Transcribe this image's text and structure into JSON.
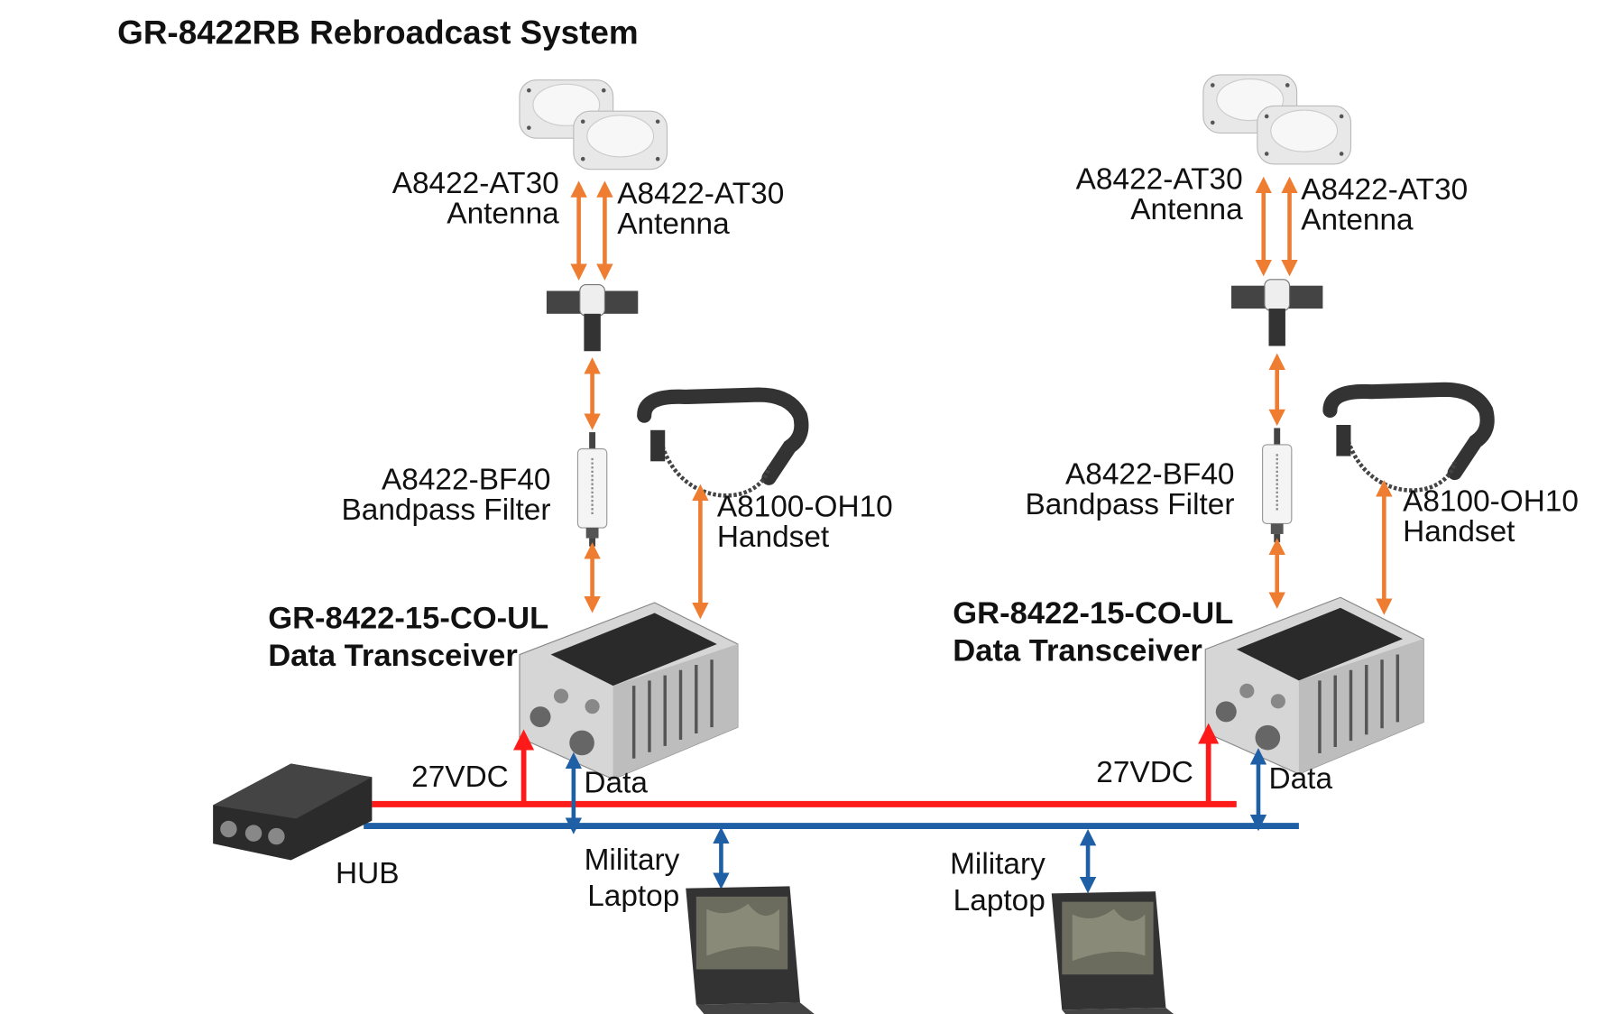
{
  "title": "GR-8422RB Rebroadcast System",
  "colors": {
    "rf": "#ee7d31",
    "power": "#ff1a1a",
    "data": "#1f5fa6"
  },
  "left": {
    "antenna1": [
      "A8422-AT30",
      "Antenna"
    ],
    "antenna2": [
      "A8422-AT30",
      "Antenna"
    ],
    "filter": [
      "A8422-BF40",
      "Bandpass Filter"
    ],
    "handset": [
      "A8100-OH10",
      "Handset"
    ],
    "transceiver": [
      "GR-8422-15-CO-UL",
      "Data Transceiver"
    ],
    "power": "27VDC",
    "data": "Data",
    "laptop": [
      "Military",
      "Laptop"
    ]
  },
  "right": {
    "antenna1": [
      "A8422-AT30",
      "Antenna"
    ],
    "antenna2": [
      "A8422-AT30",
      "Antenna"
    ],
    "filter": [
      "A8422-BF40",
      "Bandpass Filter"
    ],
    "handset": [
      "A8100-OH10",
      "Handset"
    ],
    "transceiver": [
      "GR-8422-15-CO-UL",
      "Data Transceiver"
    ],
    "power": "27VDC",
    "data": "Data",
    "laptop": [
      "Military",
      "Laptop"
    ]
  },
  "hub": "HUB"
}
